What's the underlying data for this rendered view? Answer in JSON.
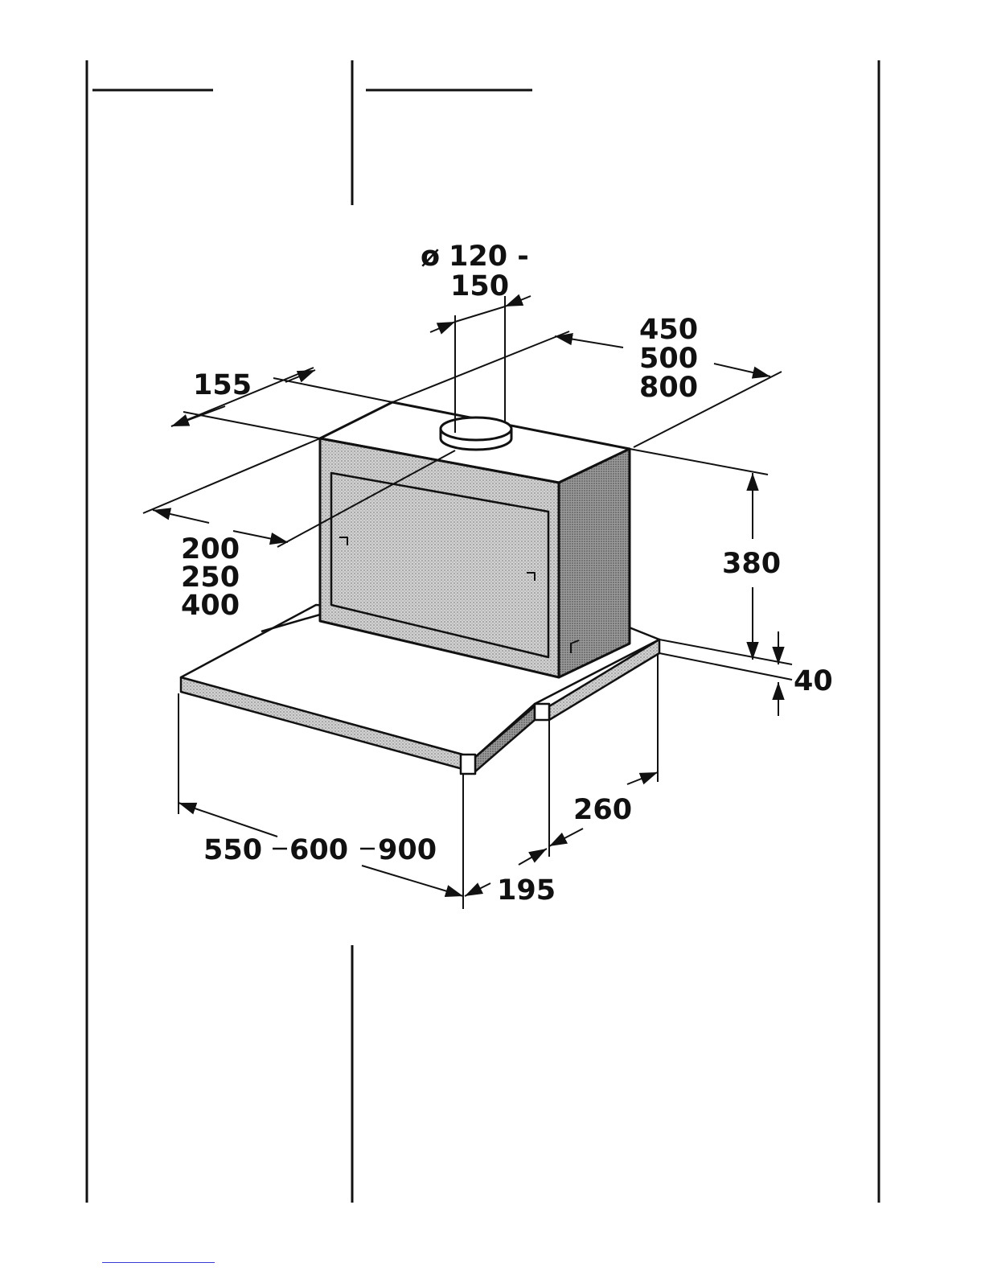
{
  "diagram": {
    "duct_diameter": {
      "symbol": "ø",
      "line1": "120 -",
      "line2": "150"
    },
    "width_top": [
      "450",
      "500",
      "800"
    ],
    "back_offset": "155",
    "duct_offset": [
      "200",
      "250",
      "400"
    ],
    "body_height": "380",
    "panel_height": "40",
    "panel_width": "550",
    "panel_width_sep1": "600",
    "panel_width_sep2": "900",
    "depth_260": "260",
    "depth_195": "195"
  },
  "colors": {
    "ink": "#111111",
    "shade": "#c9c9c9",
    "shade_dark": "#9a9a9a",
    "paper": "#ffffff",
    "link": "#3b3bd6"
  }
}
